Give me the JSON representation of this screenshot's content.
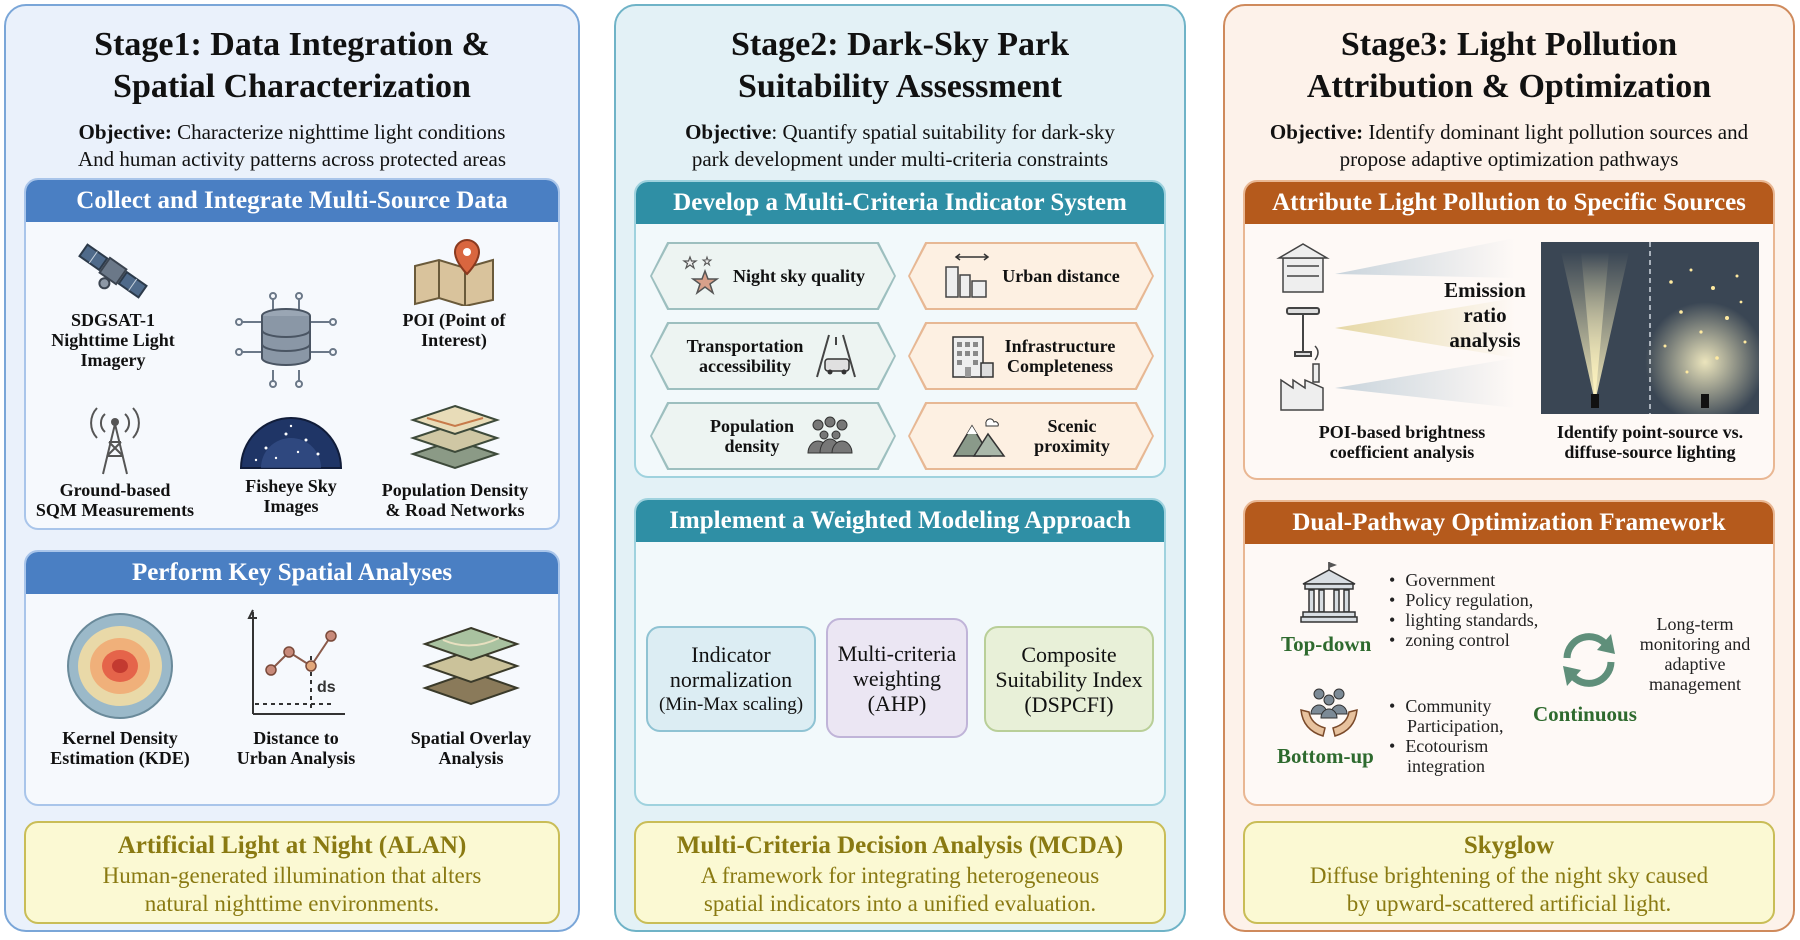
{
  "stage1": {
    "title_l1": "Stage1: Data Integration &",
    "title_l2": "Spatial Characterization",
    "objective_label": "Objective:",
    "objective_l1": " Characterize nighttime light conditions",
    "objective_l2": "And human activity patterns across protected areas",
    "panel1_title": "Collect and Integrate Multi-Source Data",
    "data_items": {
      "sdgsat_l1": "SDGSAT-1",
      "sdgsat_l2": "Nighttime Light",
      "sdgsat_l3": "Imagery",
      "poi_l1": "POI (Point of",
      "poi_l2": "Interest)",
      "sqm_l1": "Ground-based",
      "sqm_l2": "SQM Measurements",
      "fisheye_l1": "Fisheye Sky",
      "fisheye_l2": "Images",
      "popden_l1": "Population Density",
      "popden_l2": "& Road Networks"
    },
    "panel2_title": "Perform Key Spatial Analyses",
    "analyses": {
      "kde_l1": "Kernel Density",
      "kde_l2": "Estimation (KDE)",
      "dist_l1": "Distance to",
      "dist_l2": "Urban Analysis",
      "dist_glyph": "ds",
      "overlay_l1": "Spatial Overlay",
      "overlay_l2": "Analysis"
    },
    "def_title": "Artificial Light at Night (ALAN)",
    "def_l1": "Human-generated illumination that alters",
    "def_l2": "natural nighttime environments."
  },
  "stage2": {
    "title_l1": "Stage2: Dark-Sky Park",
    "title_l2": "Suitability Assessment",
    "objective_label": "Objective",
    "objective_l1": ": Quantify spatial suitability for dark-sky",
    "objective_l2": "park development under multi-criteria constraints",
    "panel1_title": "Develop a Multi-Criteria Indicator System",
    "indicators": {
      "night_sky": "Night sky quality",
      "urban_distance": "Urban distance",
      "transport_l1": "Transportation",
      "transport_l2": "accessibility",
      "infra_l1": "Infrastructure",
      "infra_l2": "Completeness",
      "pop_l1": "Population",
      "pop_l2": "density",
      "scenic_l1": "Scenic",
      "scenic_l2": "proximity"
    },
    "panel2_title": "Implement a Weighted Modeling Approach",
    "steps": {
      "norm_l1": "Indicator",
      "norm_l2": "normalization",
      "norm_l3": "(Min-Max scaling)",
      "weight_l1": "Multi-criteria",
      "weight_l2": "weighting",
      "weight_l3": "(AHP)",
      "comp_l1": "Composite",
      "comp_l2": "Suitability Index",
      "comp_l3": "(DSPCFI)"
    },
    "def_title": "Multi-Criteria Decision Analysis (MCDA)",
    "def_l1": "A framework for integrating heterogeneous",
    "def_l2": "spatial indicators into a unified evaluation."
  },
  "stage3": {
    "title_l1": "Stage3: Light Pollution",
    "title_l2": "Attribution & Optimization",
    "objective_label": "Objective:",
    "objective_l1": " Identify dominant light pollution sources and",
    "objective_l2": "propose adaptive optimization pathways",
    "panel1_title": "Attribute Light Pollution to Specific Sources",
    "emission_l1": "Emission",
    "emission_l2": "ratio",
    "emission_l3": "analysis",
    "poi_l1": "POI-based brightness",
    "poi_l2": "coefficient analysis",
    "ident_l1": "Identify point-source vs.",
    "ident_l2": "diffuse-source lighting",
    "panel2_title": "Dual-Pathway Optimization Framework",
    "topdown": "Top-down",
    "topdown_items": [
      "Government",
      "Policy regulation,",
      "lighting standards,",
      "zoning control"
    ],
    "bottomup": "Bottom-up",
    "bottomup_items": [
      "Community Participation,",
      "Ecotourism integration"
    ],
    "continuous": "Continuous",
    "longterm_l1": "Long-term",
    "longterm_l2": "monitoring and",
    "longterm_l3": "adaptive",
    "longterm_l4": "management",
    "def_title": "Skyglow",
    "def_l1": "Diffuse brightening of the night sky caused",
    "def_l2": "by upward-scattered artificial light."
  },
  "colors": {
    "blue_header": "#4a7fc3",
    "teal_header": "#2f8fa5",
    "orange_header": "#b55a1c",
    "definition_text": "#8a7a12",
    "green_label": "#2e6a2e"
  }
}
